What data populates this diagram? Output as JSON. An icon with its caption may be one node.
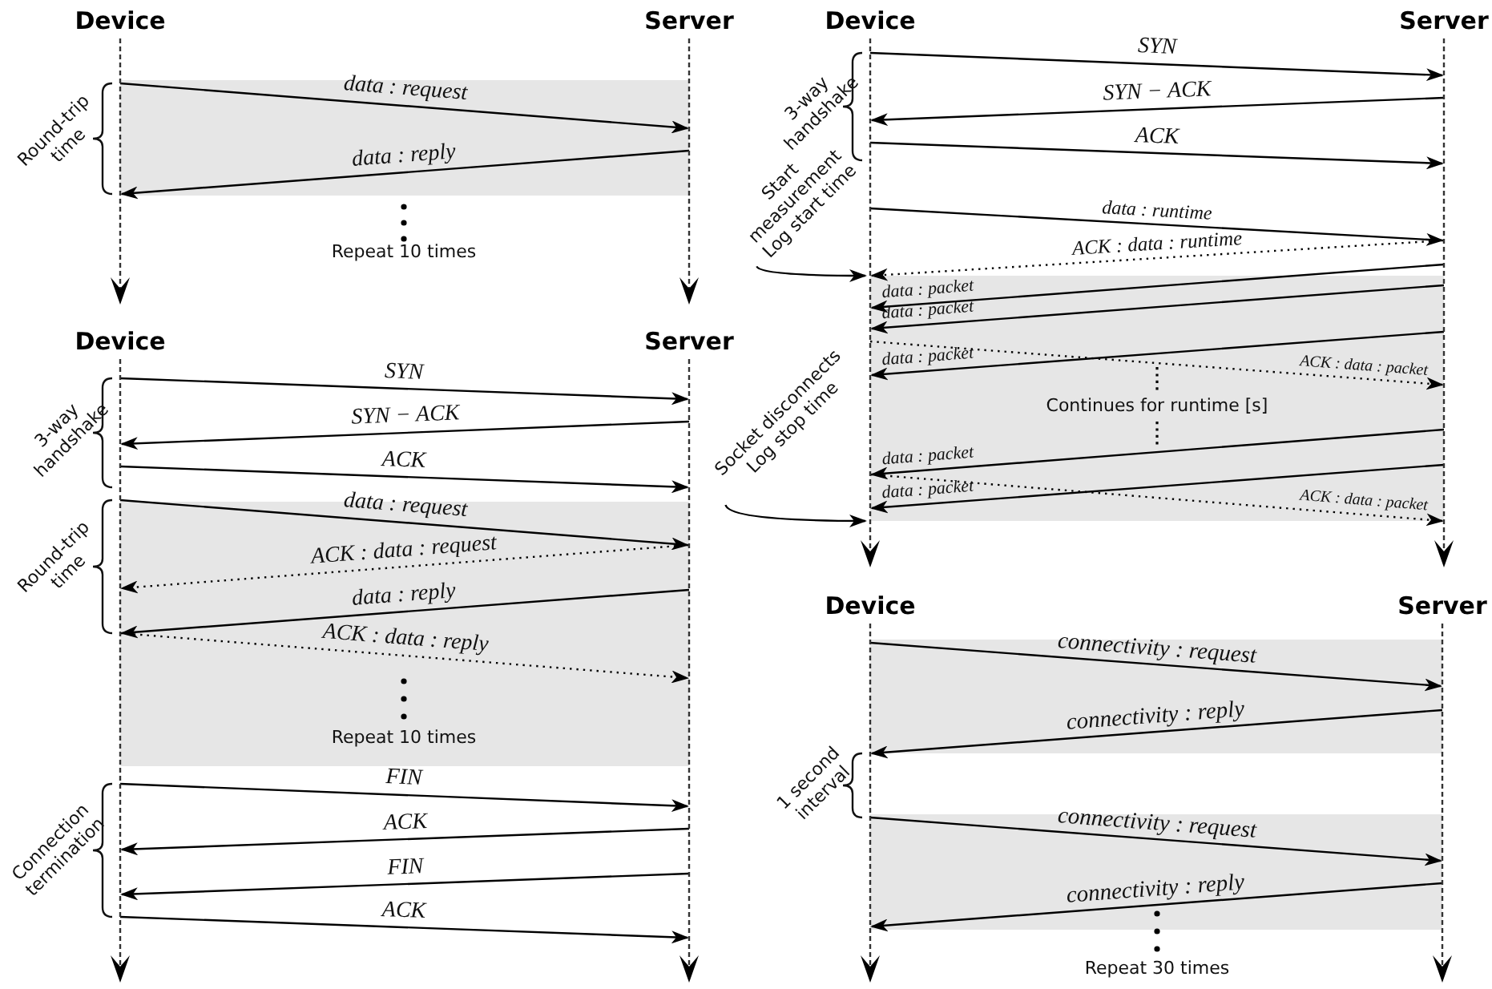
{
  "diagram": {
    "nodes": [
      {
        "text": [
          "Device"
        ]
      },
      {
        "text": [
          "Server"
        ]
      },
      {
        "text": [
          "Device"
        ]
      },
      {
        "text": [
          "Server"
        ]
      },
      {
        "text": [
          "Start measurement Log start time"
        ]
      },
      {
        "text": [
          "Socket disconnects Log stop time"
        ]
      },
      {
        "text": [
          "Device"
        ]
      },
      {
        "text": [
          "Server"
        ]
      },
      {
        "text": [
          "Device"
        ]
      },
      {
        "text": [
          "Server"
        ]
      }
    ],
    "edges": [
      {
        "from": 0,
        "to": 1,
        "arrow": "to",
        "label": "data : request"
      },
      {
        "from": 1,
        "to": 0,
        "arrow": "to",
        "label": "data : reply"
      },
      {
        "from": 2,
        "to": 3,
        "arrow": "to",
        "label": "SYN"
      },
      {
        "from": 3,
        "to": 2,
        "arrow": "to",
        "label": "SYN − ACK"
      },
      {
        "from": 2,
        "to": 3,
        "arrow": "to",
        "label": "ACK"
      },
      {
        "from": 2,
        "to": 3,
        "arrow": "to",
        "label": "data : runtime"
      },
      {
        "from": 3,
        "to": 2,
        "arrow": "to",
        "label": "ACK : data : runtime",
        "style": "dashed"
      },
      {
        "from": 4,
        "to": 2,
        "arrow": "to"
      },
      {
        "from": 3,
        "to": 2,
        "arrow": "to",
        "label": "data : packet"
      },
      {
        "from": 3,
        "to": 2,
        "arrow": "to",
        "label": "data : packet"
      },
      {
        "from": 2,
        "to": 3,
        "arrow": "to",
        "label": "ACK : data : packet",
        "style": "dashed"
      },
      {
        "from": 3,
        "to": 2,
        "arrow": "to",
        "label": "data : packet"
      },
      {
        "from": 3,
        "to": 2,
        "arrow": "to",
        "label": "data : packet"
      },
      {
        "from": 2,
        "to": 3,
        "arrow": "to",
        "label": "ACK : data : packet",
        "style": "dashed"
      },
      {
        "from": 3,
        "to": 2,
        "arrow": "to",
        "label": "data : packet"
      },
      {
        "from": 5,
        "to": 2,
        "arrow": "to"
      },
      {
        "from": 6,
        "to": 7,
        "arrow": "to",
        "label": "SYN"
      },
      {
        "from": 7,
        "to": 6,
        "arrow": "to",
        "label": "SYN − ACK"
      },
      {
        "from": 6,
        "to": 7,
        "arrow": "to",
        "label": "ACK"
      },
      {
        "from": 6,
        "to": 7,
        "arrow": "to",
        "label": "data : request"
      },
      {
        "from": 7,
        "to": 6,
        "arrow": "to",
        "label": "ACK : data : request",
        "style": "dashed"
      },
      {
        "from": 7,
        "to": 6,
        "arrow": "to",
        "label": "data : reply"
      },
      {
        "from": 6,
        "to": 7,
        "arrow": "to",
        "label": "ACK : data : reply",
        "style": "dashed"
      },
      {
        "from": 6,
        "to": 7,
        "arrow": "to",
        "label": "FIN"
      },
      {
        "from": 7,
        "to": 6,
        "arrow": "to",
        "label": "ACK"
      },
      {
        "from": 7,
        "to": 6,
        "arrow": "to",
        "label": "FIN"
      },
      {
        "from": 6,
        "to": 7,
        "arrow": "to",
        "label": "ACK"
      },
      {
        "from": 8,
        "to": 9,
        "arrow": "to",
        "label": "connectivity : request"
      },
      {
        "from": 9,
        "to": 8,
        "arrow": "to",
        "label": "connectivity : reply"
      },
      {
        "from": 8,
        "to": 9,
        "arrow": "to",
        "label": "connectivity : request"
      },
      {
        "from": 9,
        "to": 8,
        "arrow": "to",
        "label": "connectivity : reply"
      }
    ],
    "labels": [
      "Round-trip time",
      "Repeat 10 times",
      "3-way handshake",
      "Continues for runtime [s]",
      "3-way handshake",
      "Round-trip time",
      "Repeat 10 times",
      "Connection termination",
      "1 second interval",
      "Repeat 30 times"
    ]
  }
}
